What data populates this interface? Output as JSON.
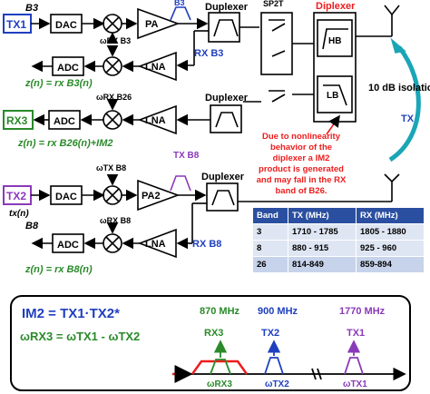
{
  "colors": {
    "blue": "#1f3fbf",
    "red": "#ee1c1c",
    "green": "#2a8a2a",
    "purple": "#8a3ab9",
    "teal": "#1aa6b7",
    "black": "#000000"
  },
  "labels": {
    "b3": "B3",
    "tx1": "TX1",
    "dac": "DAC",
    "w_rxb3": "ωRX B3",
    "pa": "PA",
    "b3_top": "B3",
    "duplexer": "Duplexer",
    "sp2t": "SP2T",
    "diplexer": "Diplexer",
    "hb": "HB",
    "lb": "LB",
    "rx_b3": "RX B3",
    "adc": "ADC",
    "lna": "LNA",
    "zn_b3": "z(n) = rx B3(n)",
    "w_rxb26": "ωRX B26",
    "rx3": "RX3",
    "zn_b26": "z(n) = rx B26(n)+IM2",
    "isolation": "10 dB isolation",
    "tx": "TX",
    "note": "Due to nonlinearity behavior of the diplexer a IM2 product is generated and may fall in the RX band of B26.",
    "w_txb8": "ωTX B8",
    "tx_b8": "TX B8",
    "tx2": "TX2",
    "pa2": "PA2",
    "txn": "tx(n)",
    "b8": "B8",
    "w_rxb8": "ωRX B8",
    "rx_b8": "RX B8",
    "zn_b8": "z(n) = rx B8(n)",
    "im2_eq": "IM2 = TX1·TX2*",
    "w_eq": "ωRX3 = ωTX1 - ωTX2",
    "mhz870": "870 MHz",
    "rx3_spec": "RX3",
    "mhz900": "900 MHz",
    "tx2_spec": "TX2",
    "mhz1770": "1770 MHz",
    "tx1_spec": "TX1",
    "w_rx3": "ωRX3",
    "w_tx2": "ωTX2",
    "w_tx1": "ωTX1"
  },
  "table": {
    "headers": [
      "Band",
      "TX (MHz)",
      "RX (MHz)"
    ],
    "rows": [
      [
        "3",
        "1710 - 1785",
        "1805 - 1880"
      ],
      [
        "8",
        "880 - 915",
        "925 - 960"
      ],
      [
        "26",
        "814-849",
        "859-894"
      ]
    ]
  }
}
